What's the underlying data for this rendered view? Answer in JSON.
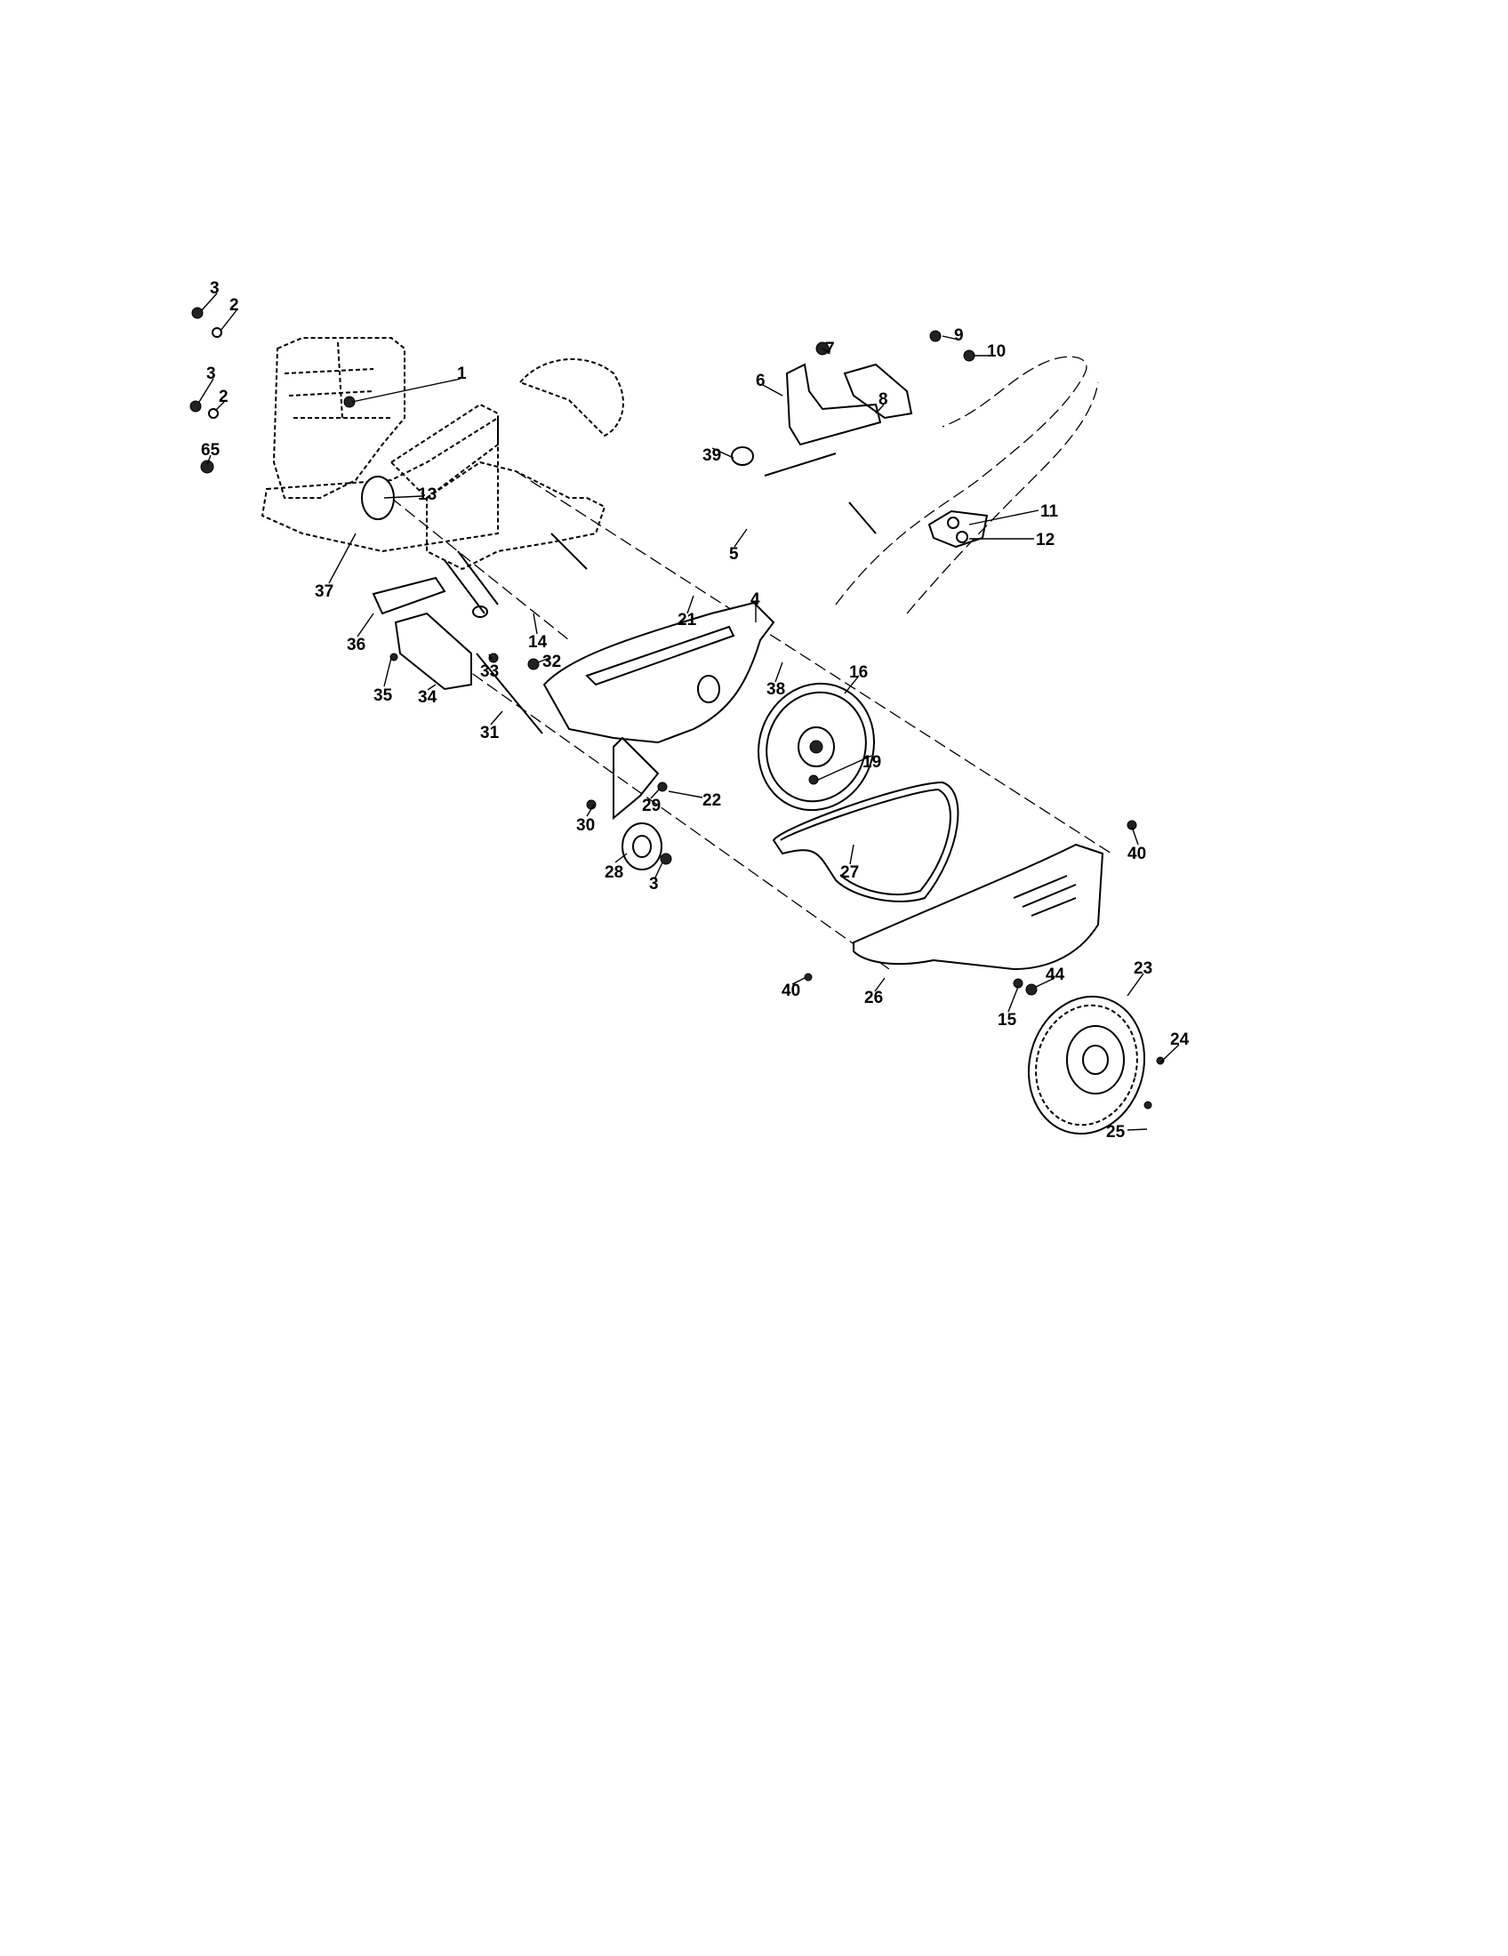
{
  "diagram": {
    "type": "exploded parts diagram",
    "callouts": [
      "3",
      "2",
      "3",
      "2",
      "65",
      "1",
      "13",
      "37",
      "36",
      "14",
      "21",
      "4",
      "32",
      "33",
      "35",
      "34",
      "38",
      "16",
      "31",
      "19",
      "22",
      "29",
      "30",
      "28",
      "3",
      "27",
      "40",
      "40",
      "26",
      "23",
      "44",
      "15",
      "24",
      "25",
      "7",
      "6",
      "8",
      "9",
      "10",
      "39",
      "11",
      "12",
      "5"
    ]
  }
}
